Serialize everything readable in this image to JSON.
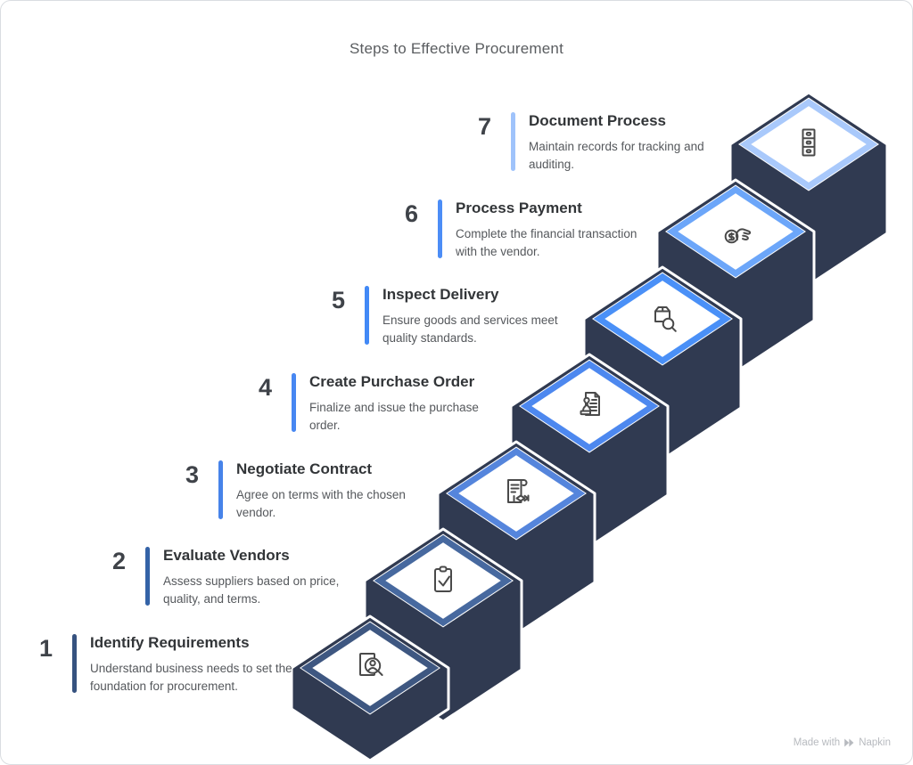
{
  "title": "Steps to Effective Procurement",
  "steps": [
    {
      "number": "1",
      "title": "Identify Requirements",
      "description": "Understand business needs to set the foundation for procurement.",
      "accent": "#3E5781",
      "bar": "#36527F",
      "icon": "person-document-search-icon"
    },
    {
      "number": "2",
      "title": "Evaluate Vendors",
      "description": "Assess suppliers based on price, quality, and terms.",
      "accent": "#47699F",
      "bar": "#3463A7",
      "icon": "clipboard-check-icon"
    },
    {
      "number": "3",
      "title": "Negotiate Contract",
      "description": "Agree on terms with the chosen vendor.",
      "accent": "#5585DC",
      "bar": "#4783E9",
      "icon": "contract-handshake-icon"
    },
    {
      "number": "4",
      "title": "Create Purchase Order",
      "description": "Finalize and issue the purchase order.",
      "accent": "#4D88EF",
      "bar": "#4787F2",
      "icon": "document-stamp-icon"
    },
    {
      "number": "5",
      "title": "Inspect Delivery",
      "description": "Ensure goods and services meet quality standards.",
      "accent": "#4A90F7",
      "bar": "#4289F6",
      "icon": "package-search-icon"
    },
    {
      "number": "6",
      "title": "Process Payment",
      "description": "Complete the financial transaction with the vendor.",
      "accent": "#6CA6F9",
      "bar": "#4C8DF6",
      "icon": "hand-coin-icon"
    },
    {
      "number": "7",
      "title": "Document Process",
      "description": "Maintain records for tracking and auditing.",
      "accent": "#A9C9FB",
      "bar": "#9FC3FB",
      "icon": "filing-cabinet-icon"
    }
  ],
  "colors": {
    "step_body": "#303A51",
    "icon_stroke": "#4A4A4A",
    "title_text": "#5A5D60",
    "watermark_text": "#B7BABF"
  },
  "watermark": {
    "prefix": "Made with",
    "brand": "Napkin"
  }
}
